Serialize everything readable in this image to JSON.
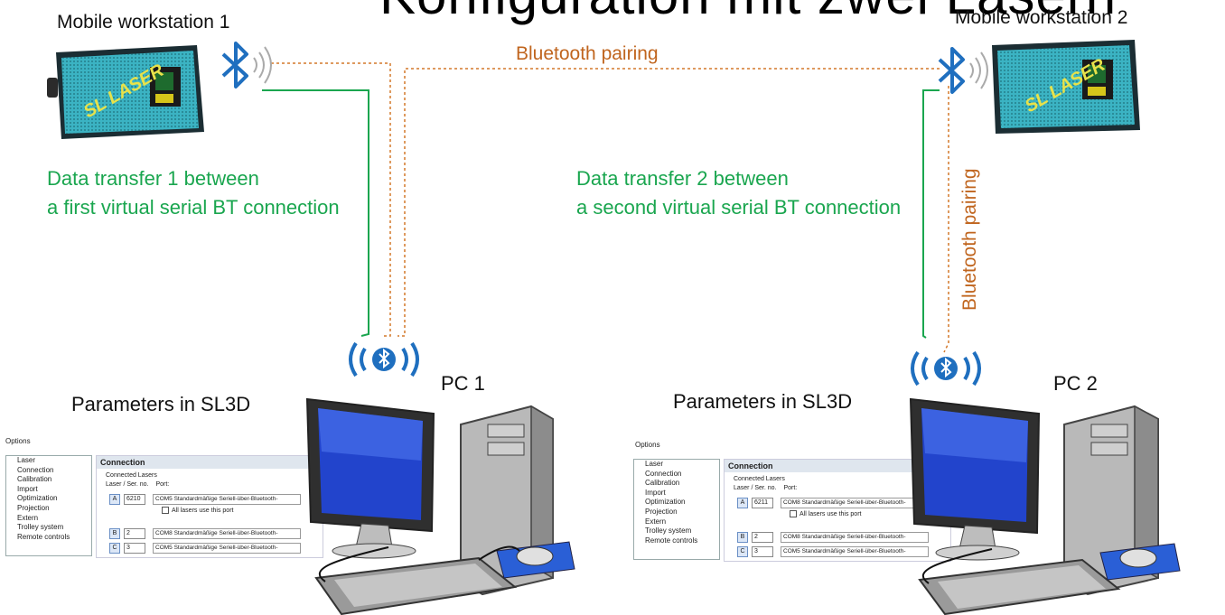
{
  "title": "Konfiguration mit zwei Lasern",
  "workstation1": {
    "label": "Mobile workstation 1"
  },
  "workstation2": {
    "label": "Mobile workstation 2"
  },
  "bt_pairing_top": "Bluetooth pairing",
  "bt_pairing_side": "Bluetooth pairing",
  "data_transfer_1": {
    "line1": "Data transfer 1 between",
    "line2": "a first virtual serial BT connection"
  },
  "data_transfer_2": {
    "line1": "Data transfer 2 between",
    "line2": "a second virtual serial BT connection"
  },
  "pc1": {
    "label": "PC 1",
    "params_label": "Parameters in SL3D"
  },
  "pc2": {
    "label": "PC 2",
    "params_label": "Parameters in SL3D"
  },
  "laser_logo_text": "SL LASER",
  "dialog1": {
    "title": "Options",
    "tree": [
      "Laser",
      "Connection",
      "Calibration",
      "Import",
      "Optimization",
      "Projection",
      "Extern",
      "Trolley system",
      "Remote controls"
    ],
    "panel_title": "Connection",
    "group": "Connected Lasers",
    "col_laser": "Laser / Ser. no.",
    "col_port": "Port:",
    "rows": [
      {
        "letter": "A",
        "serial": "6210",
        "port": "COM5  Standardmäßige Seriell-über-Bluetooth-"
      },
      {
        "letter": "B",
        "serial": "2",
        "port": "COM8  Standardmäßige Seriell-über-Bluetooth-"
      },
      {
        "letter": "C",
        "serial": "3",
        "port": "COM5  Standardmäßige Seriell-über-Bluetooth-"
      }
    ],
    "all_lasers": "All lasers use this port"
  },
  "dialog2": {
    "title": "Options",
    "tree": [
      "Laser",
      "Connection",
      "Calibration",
      "Import",
      "Optimization",
      "Projection",
      "Extern",
      "Trolley system",
      "Remote controls"
    ],
    "panel_title": "Connection",
    "group": "Connected Lasers",
    "col_laser": "Laser / Ser. no.",
    "col_port": "Port:",
    "rows": [
      {
        "letter": "A",
        "serial": "6211",
        "port": "COM8  Standardmäßige Seriell-über-Bluetooth-"
      },
      {
        "letter": "B",
        "serial": "2",
        "port": "COM8  Standardmäßige Seriell-über-Bluetooth-"
      },
      {
        "letter": "C",
        "serial": "3",
        "port": "COM5  Standardmäßige Seriell-über-Bluetooth-"
      }
    ],
    "all_lasers": "All lasers use this port"
  },
  "colors": {
    "green": "#1aa64f",
    "orange": "#c0651e",
    "bt_blue": "#1f6fbf",
    "device_teal": "#3bb3c3"
  }
}
